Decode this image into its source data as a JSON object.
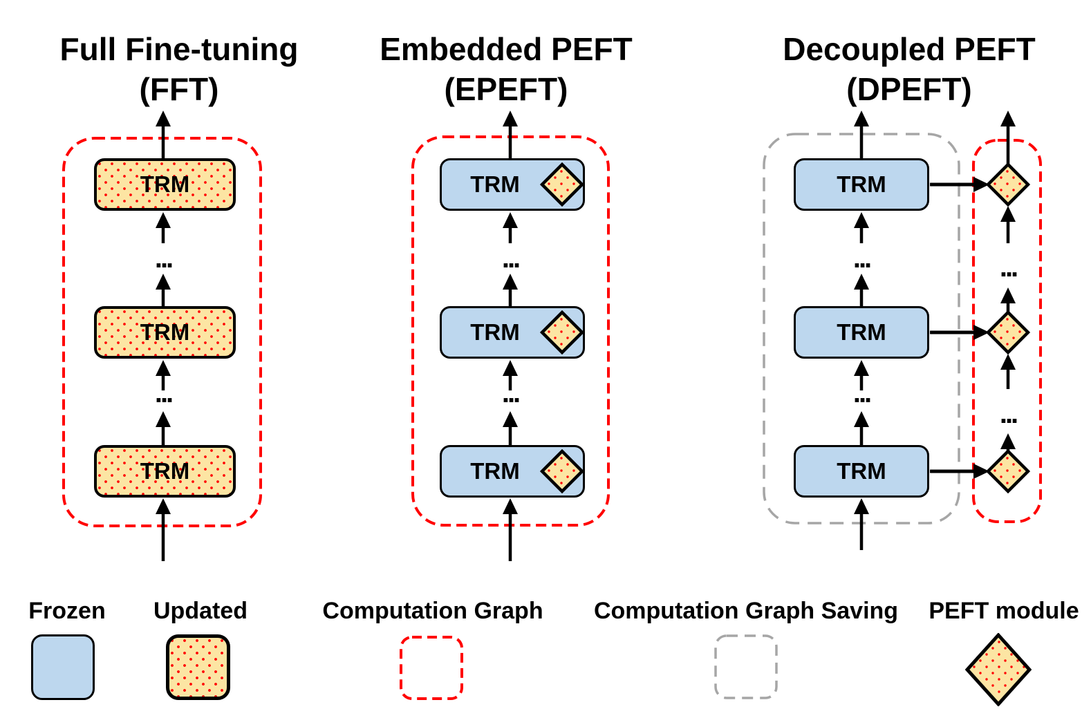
{
  "figure": {
    "columns": [
      {
        "title_line1": "Full Fine-tuning",
        "title_line2": "(FFT)",
        "block_label": "TRM",
        "block_style": "updated",
        "container": "computation-graph-red-dashed"
      },
      {
        "title_line1": "Embedded PEFT",
        "title_line2": "(EPEFT)",
        "block_label": "TRM",
        "block_style": "frozen-with-peft-module",
        "container": "computation-graph-red-dashed"
      },
      {
        "title_line1": "Decoupled PEFT",
        "title_line2": "(DPEFT)",
        "block_label": "TRM",
        "block_style": "frozen",
        "container": "computation-graph-saving-gray-dashed",
        "side_container": "peft-modules-red-dashed"
      }
    ],
    "ellipsis": "..."
  },
  "legend": {
    "items": [
      {
        "label": "Frozen",
        "swatch": "frozen-box"
      },
      {
        "label": "Updated",
        "swatch": "updated-dotted-box"
      },
      {
        "label": "Computation Graph",
        "swatch": "red-dashed-outline"
      },
      {
        "label": "Computation Graph Saving",
        "swatch": "gray-dashed-outline"
      },
      {
        "label": "PEFT module",
        "swatch": "yellow-dotted-diamond"
      }
    ]
  },
  "colors": {
    "frozen_fill": "#BDD7EE",
    "updated_fill": "#FCE5A3",
    "dot_red": "#FF0000",
    "computation_graph_red": "#FF0000",
    "graph_saving_gray": "#A6A6A6",
    "outline_black": "#000000"
  }
}
